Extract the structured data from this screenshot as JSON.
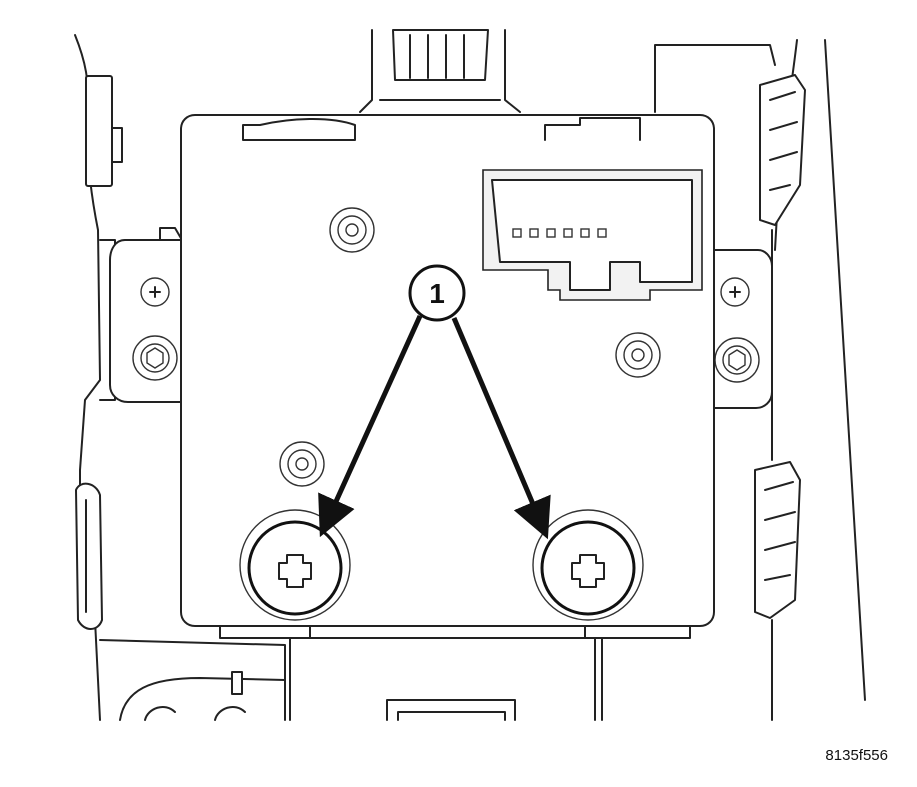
{
  "callout": {
    "label": "1",
    "target": "mounting screws"
  },
  "figure_id": "8135f556",
  "colors": {
    "line": "#222222",
    "background": "#ffffff",
    "arrow": "#111111"
  }
}
